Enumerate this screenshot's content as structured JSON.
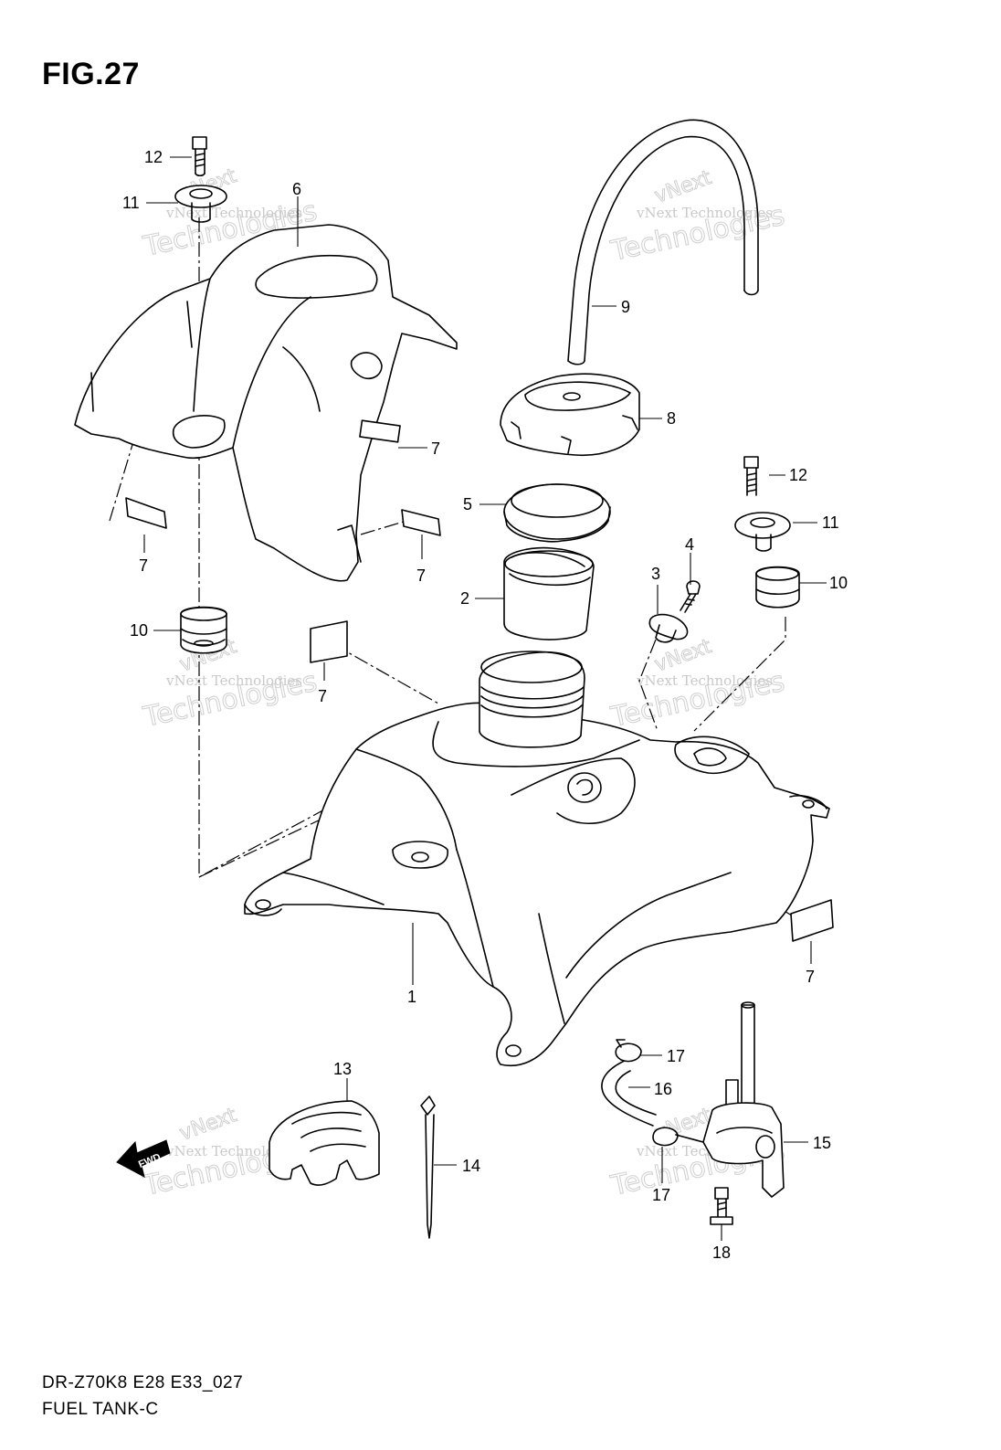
{
  "figure": {
    "title": "FIG.27",
    "code": "DR-Z70K8 E28 E33_027",
    "name": "FUEL TANK-C"
  },
  "watermark": {
    "brand": "vNext",
    "company": "vNext Technologies",
    "word": "Technologies"
  },
  "callouts": [
    {
      "id": "c-12a",
      "label": "12"
    },
    {
      "id": "c-11a",
      "label": "11"
    },
    {
      "id": "c-6",
      "label": "6"
    },
    {
      "id": "c-9",
      "label": "9"
    },
    {
      "id": "c-8",
      "label": "8"
    },
    {
      "id": "c-7a",
      "label": "7"
    },
    {
      "id": "c-7b",
      "label": "7"
    },
    {
      "id": "c-7c",
      "label": "7"
    },
    {
      "id": "c-5",
      "label": "5"
    },
    {
      "id": "c-12b",
      "label": "12"
    },
    {
      "id": "c-11b",
      "label": "11"
    },
    {
      "id": "c-4",
      "label": "4"
    },
    {
      "id": "c-3",
      "label": "3"
    },
    {
      "id": "c-10b",
      "label": "10"
    },
    {
      "id": "c-2",
      "label": "2"
    },
    {
      "id": "c-10a",
      "label": "10"
    },
    {
      "id": "c-7d",
      "label": "7"
    },
    {
      "id": "c-7e",
      "label": "7"
    },
    {
      "id": "c-1",
      "label": "1"
    },
    {
      "id": "c-17a",
      "label": "17"
    },
    {
      "id": "c-13",
      "label": "13"
    },
    {
      "id": "c-16",
      "label": "16"
    },
    {
      "id": "c-15",
      "label": "15"
    },
    {
      "id": "c-14",
      "label": "14"
    },
    {
      "id": "c-17b",
      "label": "17"
    },
    {
      "id": "c-18",
      "label": "18"
    }
  ],
  "fwd_badge": "FWD"
}
